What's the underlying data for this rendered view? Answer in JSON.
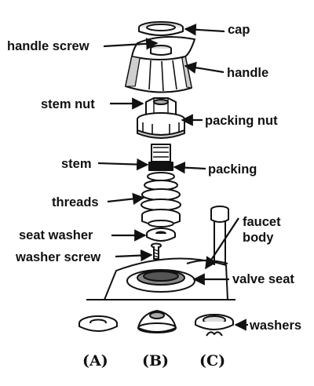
{
  "labels": {
    "cap": "cap",
    "handle_screw": "handle screw",
    "handle": "handle",
    "stem_nut": "stem nut",
    "packing_nut": "packing nut",
    "stem": "stem",
    "packing": "packing",
    "threads": "threads",
    "seat_washer": "seat washer",
    "washer_screw": "washer screw",
    "faucet_body_line1": "faucet",
    "faucet_body_line2": "body",
    "valve_seat": "valve seat",
    "washers": "washers"
  },
  "washer_types": [
    "(A)",
    "(B)",
    "(C)"
  ],
  "colors": {
    "ink": "#111111",
    "paper": "#ffffff",
    "shade": "#d9d9d9"
  }
}
